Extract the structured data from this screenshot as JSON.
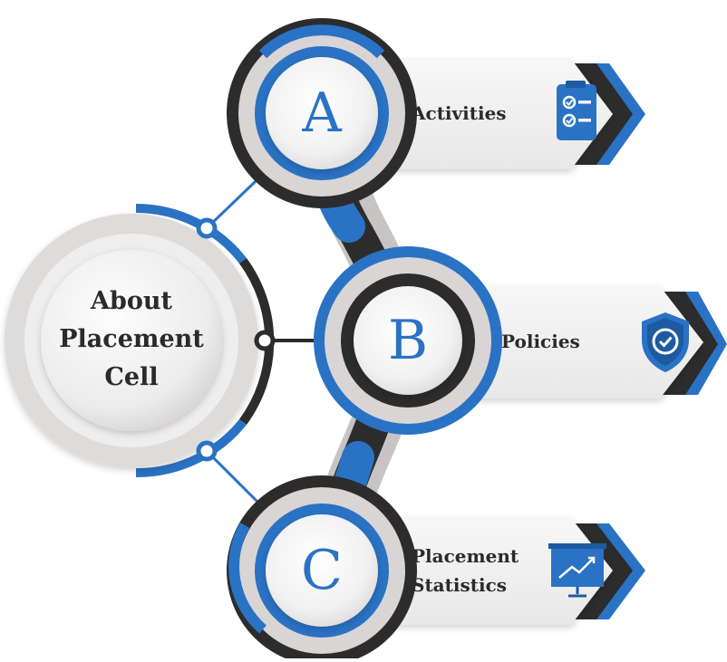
{
  "hub": {
    "lines": [
      "About",
      "Placement",
      "Cell"
    ]
  },
  "items": [
    {
      "letter": "A",
      "label_lines": [
        "Activities"
      ],
      "icon": "checklist-icon"
    },
    {
      "letter": "B",
      "label_lines": [
        "Policies"
      ],
      "icon": "shield-check-icon"
    },
    {
      "letter": "C",
      "label_lines": [
        "Placement",
        "Statistics"
      ],
      "icon": "chart-presentation-icon"
    }
  ],
  "colors": {
    "blue": "#2a72c4",
    "dark": "#2c2c2c",
    "light_gray": "#e8e6e6",
    "mid_gray": "#c9c4c4",
    "text": "#2a2a2a"
  }
}
